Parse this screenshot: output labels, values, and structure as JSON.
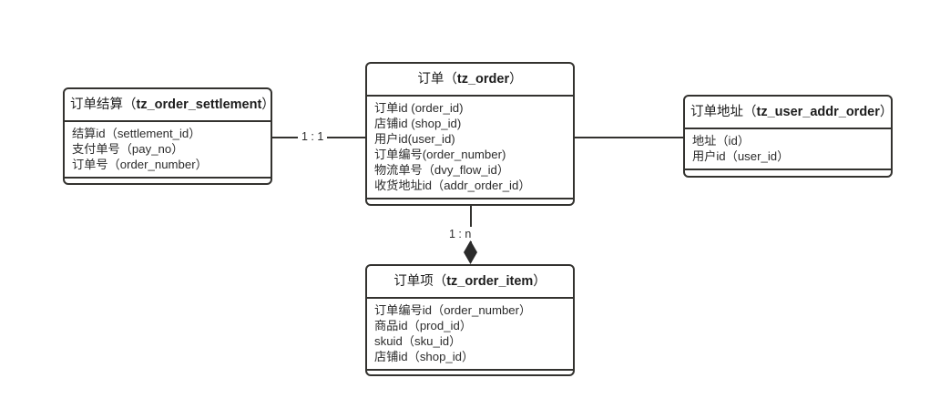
{
  "diagram": {
    "title_hint": "order ER diagram",
    "background": "#ffffff",
    "line_color": "#33322f",
    "text_color": "#2b2b2b"
  },
  "entities": {
    "settlement": {
      "title_cn": "订单结算（",
      "title_table": "tz_order_settlement",
      "title_close": "）",
      "attrs": [
        "结算id（settlement_id）",
        "支付单号（pay_no）",
        "订单号（order_number）"
      ]
    },
    "order": {
      "title_cn": "订单（",
      "title_table": "tz_order",
      "title_close": "）",
      "attrs": [
        "订单id (order_id)",
        "店铺id (shop_id)",
        "用户id(user_id)",
        "订单编号(order_number)",
        "物流单号（dvy_flow_id）",
        "收货地址id（addr_order_id）"
      ]
    },
    "addr": {
      "title_cn": "订单地址（",
      "title_table": "tz_user_addr_order",
      "title_close": "）",
      "attrs": [
        "地址（id）",
        "用户id（user_id）"
      ]
    },
    "item": {
      "title_cn": "订单项（",
      "title_table": "tz_order_item",
      "title_close": "）",
      "attrs": [
        "订单编号id（order_number）",
        "商品id（prod_id）",
        "skuid（sku_id）",
        "店铺id（shop_id）"
      ]
    }
  },
  "relations": {
    "settlement_order": {
      "label": "1 : 1"
    },
    "order_item": {
      "label": "1 : n"
    },
    "order_addr": {
      "label": ""
    }
  }
}
